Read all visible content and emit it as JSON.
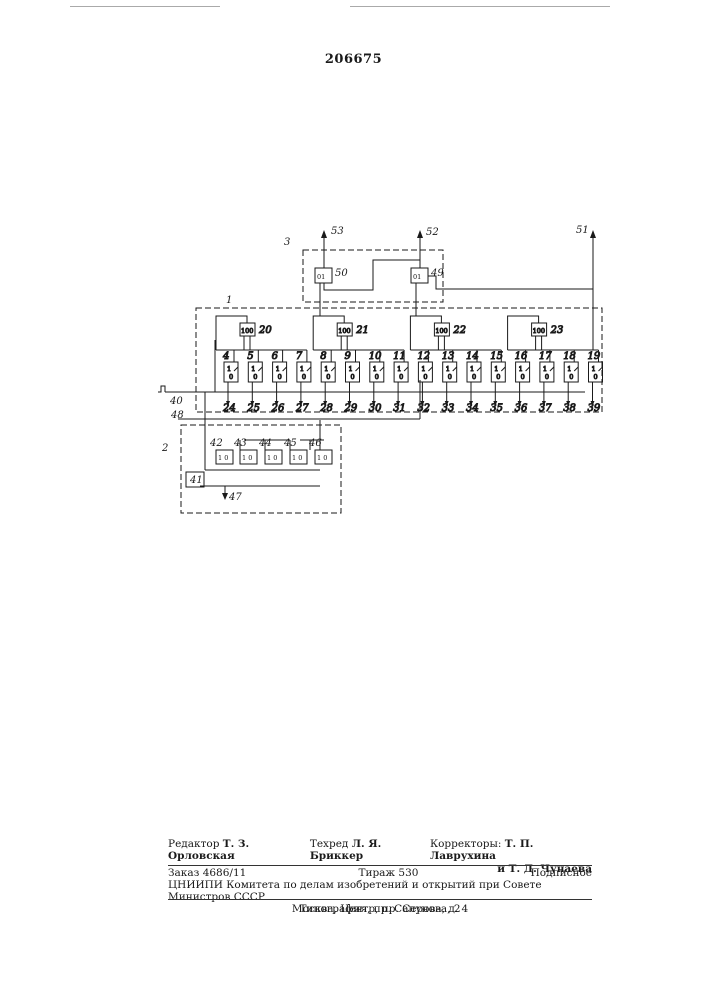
{
  "page_number": "206675",
  "diagram": {
    "outputs": [
      "53",
      "52",
      "51"
    ],
    "group_labels": [
      "1",
      "2",
      "3"
    ],
    "input_label": "40",
    "line_label": "48",
    "dividers": [
      {
        "id": "20",
        "text": "100"
      },
      {
        "id": "21",
        "text": "100"
      },
      {
        "id": "22",
        "text": "100"
      },
      {
        "id": "23",
        "text": "100"
      }
    ],
    "cells": [
      "4",
      "5",
      "6",
      "7",
      "8",
      "9",
      "10",
      "11",
      "12",
      "13",
      "14",
      "15",
      "16",
      "17",
      "18",
      "19"
    ],
    "cell_text": [
      "1",
      "0"
    ],
    "bottom_outputs": [
      "24",
      "25",
      "26",
      "27",
      "28",
      "29",
      "30",
      "31",
      "32",
      "33",
      "34",
      "35",
      "36",
      "37",
      "38",
      "39"
    ],
    "block3": [
      {
        "id": "50",
        "text": "01"
      },
      {
        "id": "49",
        "text": "01"
      }
    ],
    "block2_cells": [
      {
        "id": "42",
        "text": "1 0"
      },
      {
        "id": "43",
        "text": "1 0"
      },
      {
        "id": "44",
        "text": "1 0"
      },
      {
        "id": "45",
        "text": "1 0"
      },
      {
        "id": "46",
        "text": "1 0"
      }
    ],
    "block41": "41",
    "output47": "47"
  },
  "credits": {
    "editor_label": "Редактор",
    "editor_name": "Т. З. Орловская",
    "techred_label": "Техред",
    "techred_name": "Л. Я. Бриккер",
    "correctors_label": "Корректоры:",
    "corrector1": "Т. П. Лаврухина",
    "corrector2": "и Т. Д. Чунаева"
  },
  "publication": {
    "order": "Заказ 4686/11",
    "circulation": "Тираж 530",
    "subscription": "Подписное",
    "institute": "ЦНИИПИ Комитета по делам изобретений и открытий при Совете Министров СССР",
    "address": "Москва, Центр, пр. Серова, д. 4",
    "printer": "Типография, пр. Сапунова, 2"
  }
}
